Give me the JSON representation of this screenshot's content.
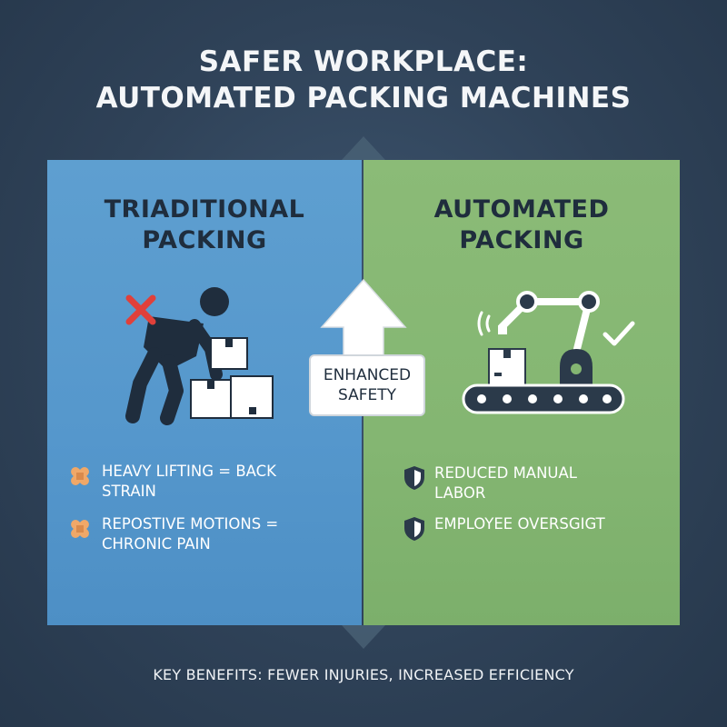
{
  "title": {
    "line1": "SAFER WORKPLACE:",
    "line2": "AUTOMATED PACKING MACHINES"
  },
  "left_panel": {
    "heading_line1": "TRIADITIONAL",
    "heading_line2": "PACKING",
    "bullets": [
      {
        "icon": "bandage-icon",
        "line1": "HEAVY LIFTING = BACK",
        "line2": "STRAIN"
      },
      {
        "icon": "bandage-icon",
        "line1": "REPOSTIVE MOTIONS =",
        "line2": "CHRONIC PAIN"
      }
    ],
    "color": "#5597cc"
  },
  "right_panel": {
    "heading_line1": "AUTOMATED",
    "heading_line2": "PACKING",
    "bullets": [
      {
        "icon": "shield-icon",
        "line1": "REDUCED MANUAL",
        "line2": "LABOR"
      },
      {
        "icon": "shield-icon",
        "line1": "EMPLOYEE OVERSGIGT",
        "line2": ""
      }
    ],
    "color": "#84b672"
  },
  "center": {
    "label_line1": "ENHANCED",
    "label_line2": "SAFETY",
    "icon": "up-arrow-icon"
  },
  "footer": {
    "text": "KEY BENEFITS: FEWER INJURIES, INCREASED EFFICIENCY"
  },
  "colors": {
    "background": "#2f4258",
    "dark_ink": "#1f2d3d",
    "warning_red": "#e0403a",
    "bandage": "#f0a868"
  }
}
